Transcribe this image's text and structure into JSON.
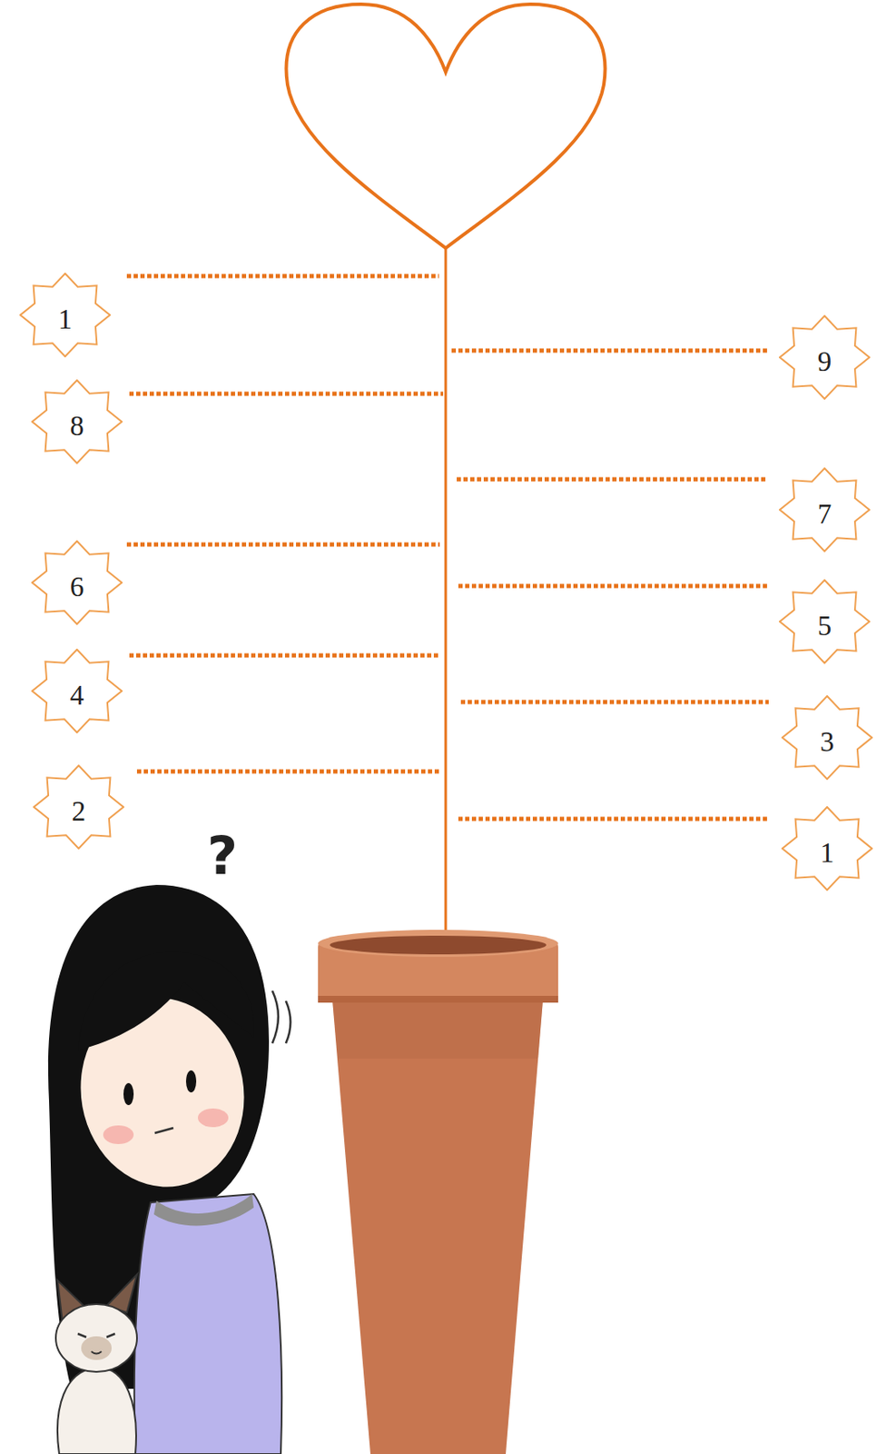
{
  "diagram": {
    "nodes": [
      {
        "text": [
          "1"
        ]
      },
      {
        "text": [
          "9"
        ]
      },
      {
        "text": [
          "8"
        ]
      },
      {
        "text": [
          "7"
        ]
      },
      {
        "text": [
          "6"
        ]
      },
      {
        "text": [
          "5"
        ]
      },
      {
        "text": [
          "4"
        ]
      },
      {
        "text": [
          "3"
        ]
      },
      {
        "text": [
          "2"
        ]
      },
      {
        "text": [
          "1"
        ]
      }
    ],
    "labels": [
      "?"
    ]
  }
}
